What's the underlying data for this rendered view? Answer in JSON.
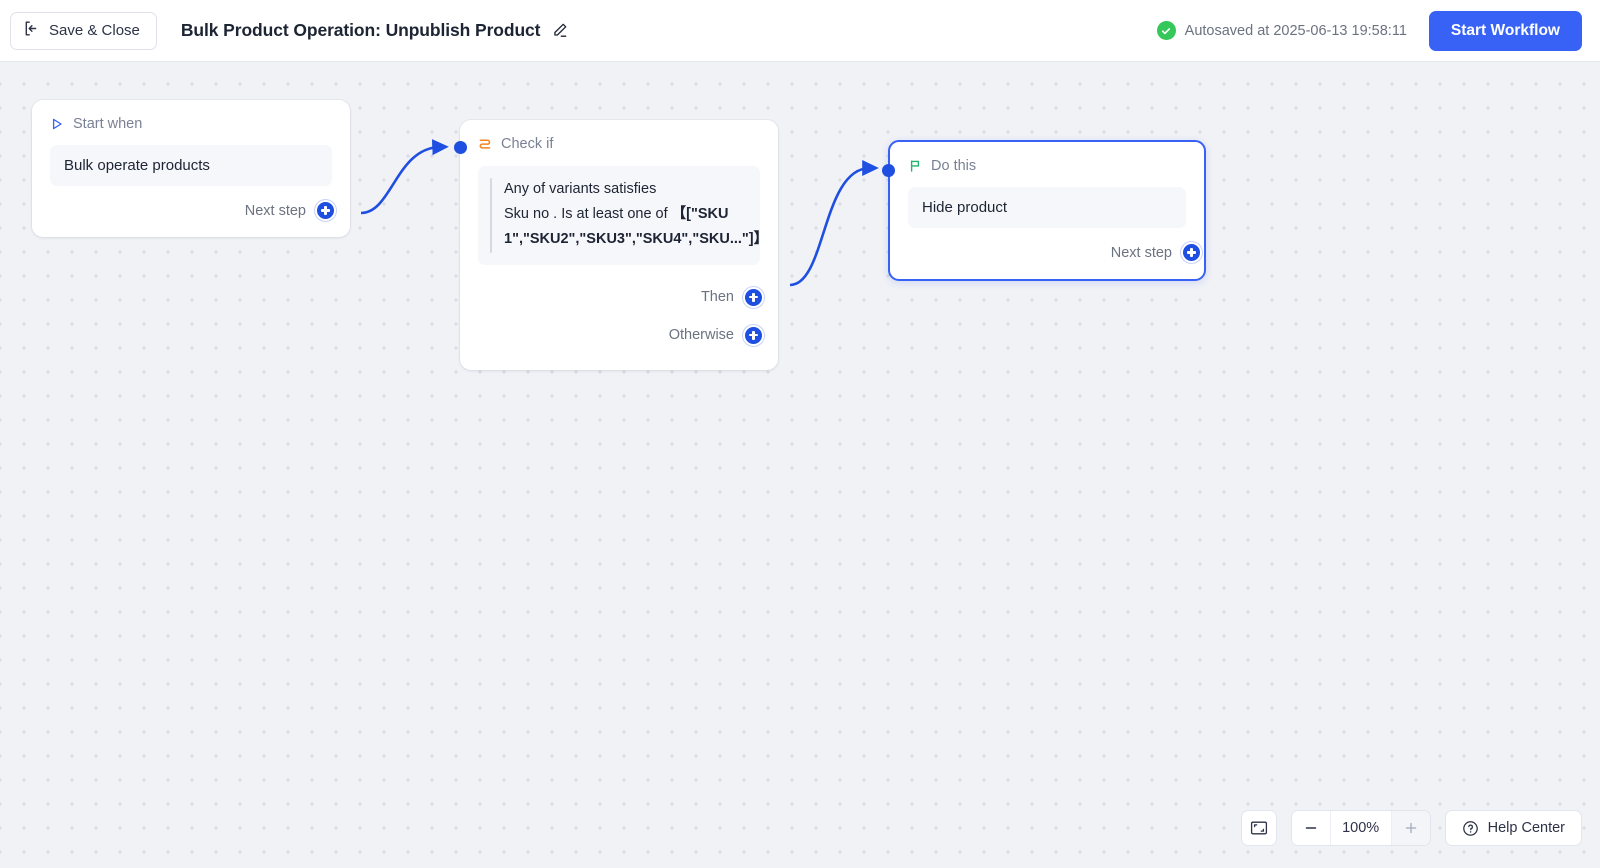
{
  "header": {
    "save_close_label": "Save & Close",
    "save_close_icon": "exit-arrow-icon",
    "title": "Bulk Product Operation: Unpublish Product",
    "edit_icon": "pencil-icon",
    "autosave_text": "Autosaved at 2025-06-13 19:58:11",
    "autosave_icon": "check-circle-icon",
    "start_workflow_label": "Start Workflow",
    "accent_color": "#3862f6",
    "success_color": "#34c759"
  },
  "canvas": {
    "nodes": {
      "trigger": {
        "icon": "play-triangle-icon",
        "head_label": "Start when",
        "body_label": "Bulk operate products",
        "next_step_label": "Next step",
        "icon_color": "#3862f6"
      },
      "condition": {
        "icon": "branch-icon",
        "head_label": "Check if",
        "icon_color": "#f5841f",
        "condition_line_1": "Any of variants satisfies",
        "condition_line_2": "Sku no . Is at least one of",
        "condition_value": "【[\"SKU 1\",\"SKU2\",\"SKU3\",\"SKU4\",\"SKU...\"]】",
        "then_label": "Then",
        "otherwise_label": "Otherwise"
      },
      "action": {
        "icon": "flag-icon",
        "head_label": "Do this",
        "icon_color": "#24b36b",
        "body_label": "Hide product",
        "next_step_label": "Next step",
        "selected": true
      }
    }
  },
  "toolbar": {
    "fit_icon": "fit-to-screen-icon",
    "zoom_out_label": "−",
    "zoom_level": "100%",
    "zoom_in_label": "+",
    "help_icon": "question-circle-icon",
    "help_label": "Help Center"
  }
}
